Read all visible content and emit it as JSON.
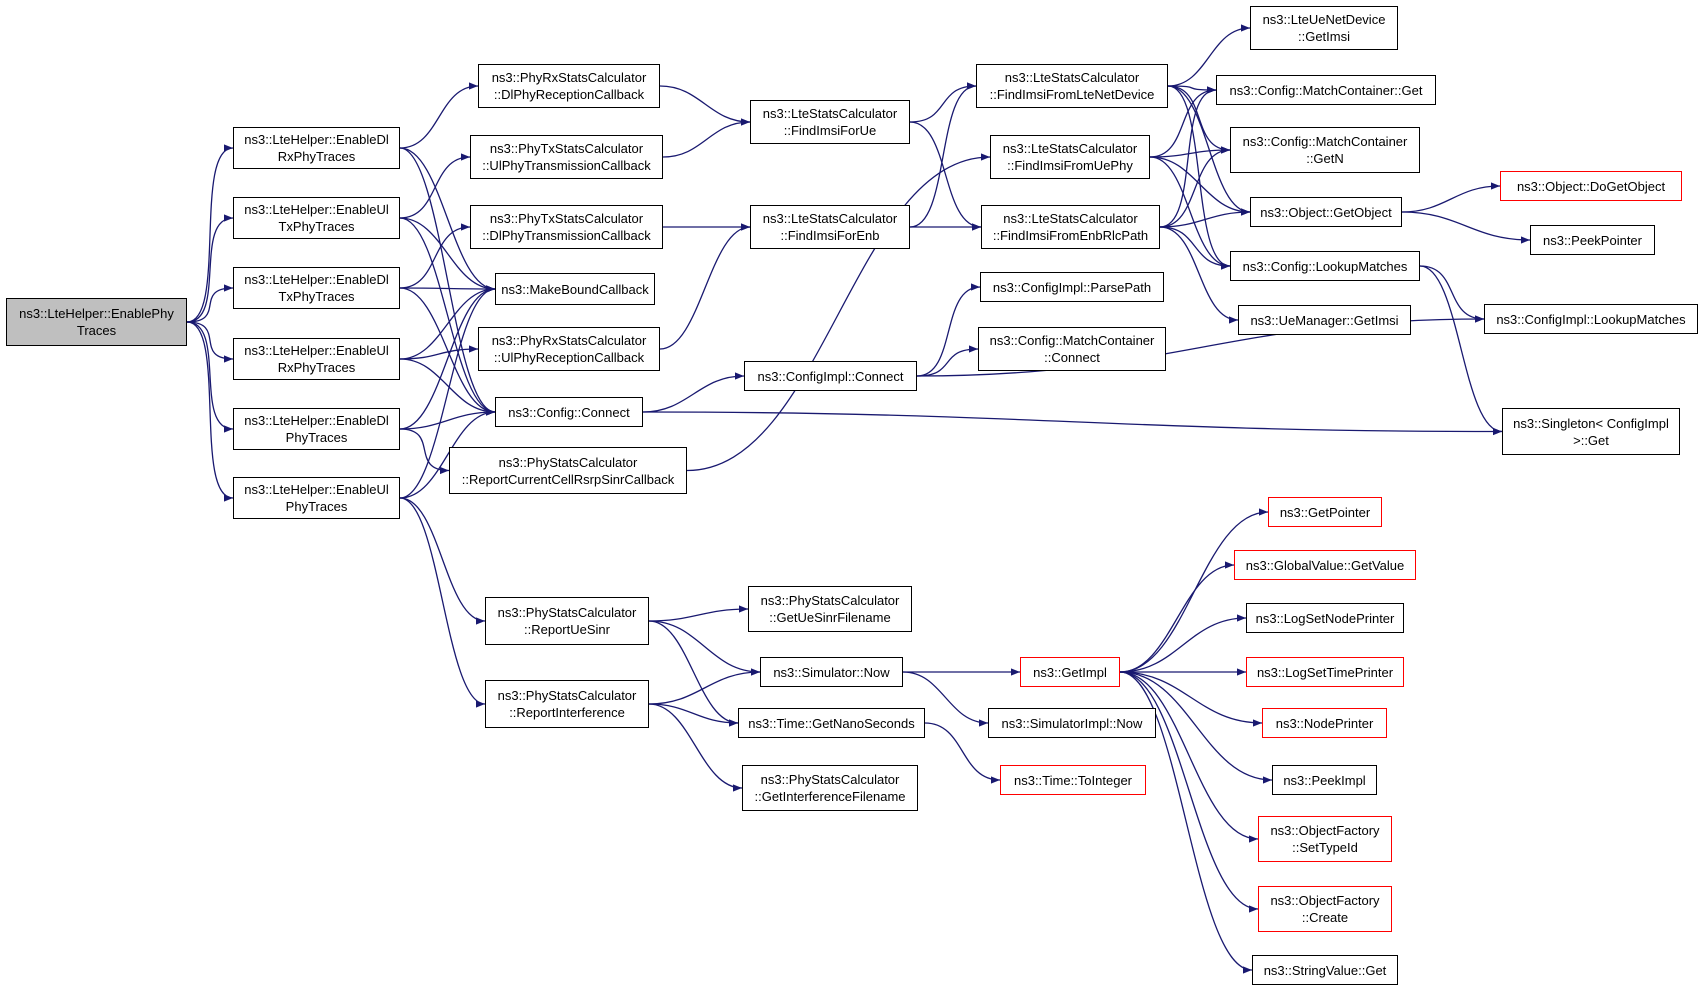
{
  "colors": {
    "edge": "#191970",
    "border": "#000000",
    "truncated_border": "#ff0000",
    "root_fill": "#bfbfbf"
  },
  "nodes": [
    {
      "id": "root",
      "lines": [
        "ns3::LteHelper::EnablePhy",
        "Traces"
      ],
      "style": "root"
    },
    {
      "id": "dlrx",
      "lines": [
        "ns3::LteHelper::EnableDl",
        "RxPhyTraces"
      ]
    },
    {
      "id": "ultx",
      "lines": [
        "ns3::LteHelper::EnableUl",
        "TxPhyTraces"
      ]
    },
    {
      "id": "dltx",
      "lines": [
        "ns3::LteHelper::EnableDl",
        "TxPhyTraces"
      ]
    },
    {
      "id": "ulrx",
      "lines": [
        "ns3::LteHelper::EnableUl",
        "RxPhyTraces"
      ]
    },
    {
      "id": "dlphy",
      "lines": [
        "ns3::LteHelper::EnableDl",
        "PhyTraces"
      ]
    },
    {
      "id": "ulphy",
      "lines": [
        "ns3::LteHelper::EnableUl",
        "PhyTraces"
      ]
    },
    {
      "id": "rxdlcb",
      "lines": [
        "ns3::PhyRxStatsCalculator",
        "::DlPhyReceptionCallback"
      ]
    },
    {
      "id": "txulcb",
      "lines": [
        "ns3::PhyTxStatsCalculator",
        "::UlPhyTransmissionCallback"
      ]
    },
    {
      "id": "txdlcb",
      "lines": [
        "ns3::PhyTxStatsCalculator",
        "::DlPhyTransmissionCallback"
      ]
    },
    {
      "id": "mbc",
      "lines": [
        "ns3::MakeBoundCallback"
      ]
    },
    {
      "id": "rxulcb",
      "lines": [
        "ns3::PhyRxStatsCalculator",
        "::UlPhyReceptionCallback"
      ]
    },
    {
      "id": "cfgconn",
      "lines": [
        "ns3::Config::Connect"
      ]
    },
    {
      "id": "rsrp",
      "lines": [
        "ns3::PhyStatsCalculator",
        "::ReportCurrentCellRsrpSinrCallback"
      ]
    },
    {
      "id": "ffue",
      "lines": [
        "ns3::LteStatsCalculator",
        "::FindImsiForUe"
      ]
    },
    {
      "id": "ffenb",
      "lines": [
        "ns3::LteStatsCalculator",
        "::FindImsiForEnb"
      ]
    },
    {
      "id": "fflte",
      "lines": [
        "ns3::LteStatsCalculator",
        "::FindImsiFromLteNetDevice"
      ]
    },
    {
      "id": "ffuephy",
      "lines": [
        "ns3::LteStatsCalculator",
        "::FindImsiFromUePhy"
      ]
    },
    {
      "id": "ffrlc",
      "lines": [
        "ns3::LteStatsCalculator",
        "::FindImsiFromEnbRlcPath"
      ]
    },
    {
      "id": "parse",
      "lines": [
        "ns3::ConfigImpl::ParsePath"
      ]
    },
    {
      "id": "mcconn",
      "lines": [
        "ns3::Config::MatchContainer",
        "::Connect"
      ]
    },
    {
      "id": "implconn",
      "lines": [
        "ns3::ConfigImpl::Connect"
      ]
    },
    {
      "id": "ueimsi",
      "lines": [
        "ns3::LteUeNetDevice",
        "::GetImsi"
      ]
    },
    {
      "id": "mcget",
      "lines": [
        "ns3::Config::MatchContainer::Get"
      ]
    },
    {
      "id": "mcgetn",
      "lines": [
        "ns3::Config::MatchContainer",
        "::GetN"
      ]
    },
    {
      "id": "getobj",
      "lines": [
        "ns3::Object::GetObject"
      ]
    },
    {
      "id": "lookup",
      "lines": [
        "ns3::Config::LookupMatches"
      ]
    },
    {
      "id": "uemgr",
      "lines": [
        "ns3::UeManager::GetImsi"
      ]
    },
    {
      "id": "dogetobj",
      "lines": [
        "ns3::Object::DoGetObject"
      ],
      "style": "red"
    },
    {
      "id": "peekptr",
      "lines": [
        "ns3::PeekPointer"
      ]
    },
    {
      "id": "impllookup",
      "lines": [
        "ns3::ConfigImpl::LookupMatches"
      ]
    },
    {
      "id": "singleton",
      "lines": [
        "ns3::Singleton< ConfigImpl",
        ">::Get"
      ]
    },
    {
      "id": "uesinr",
      "lines": [
        "ns3::PhyStatsCalculator",
        "::ReportUeSinr"
      ]
    },
    {
      "id": "interf",
      "lines": [
        "ns3::PhyStatsCalculator",
        "::ReportInterference"
      ]
    },
    {
      "id": "sinrfile",
      "lines": [
        "ns3::PhyStatsCalculator",
        "::GetUeSinrFilename"
      ]
    },
    {
      "id": "now",
      "lines": [
        "ns3::Simulator::Now"
      ]
    },
    {
      "id": "nanos",
      "lines": [
        "ns3::Time::GetNanoSeconds"
      ]
    },
    {
      "id": "interffile",
      "lines": [
        "ns3::PhyStatsCalculator",
        "::GetInterferenceFilename"
      ]
    },
    {
      "id": "getimpl",
      "lines": [
        "ns3::GetImpl"
      ],
      "style": "red"
    },
    {
      "id": "implnow",
      "lines": [
        "ns3::SimulatorImpl::Now"
      ]
    },
    {
      "id": "toint",
      "lines": [
        "ns3::Time::ToInteger"
      ],
      "style": "red"
    },
    {
      "id": "getptr",
      "lines": [
        "ns3::GetPointer"
      ],
      "style": "red"
    },
    {
      "id": "gvget",
      "lines": [
        "ns3::GlobalValue::GetValue"
      ],
      "style": "red"
    },
    {
      "id": "lognode",
      "lines": [
        "ns3::LogSetNodePrinter"
      ]
    },
    {
      "id": "logtime",
      "lines": [
        "ns3::LogSetTimePrinter"
      ],
      "style": "red"
    },
    {
      "id": "nodeprn",
      "lines": [
        "ns3::NodePrinter"
      ],
      "style": "red"
    },
    {
      "id": "peekimpl",
      "lines": [
        "ns3::PeekImpl"
      ]
    },
    {
      "id": "ofsettid",
      "lines": [
        "ns3::ObjectFactory",
        "::SetTypeId"
      ],
      "style": "red"
    },
    {
      "id": "ofcreate",
      "lines": [
        "ns3::ObjectFactory",
        "::Create"
      ],
      "style": "red"
    },
    {
      "id": "svget",
      "lines": [
        "ns3::StringValue::Get"
      ]
    }
  ],
  "edges": [
    [
      "root",
      "dlrx"
    ],
    [
      "root",
      "ultx"
    ],
    [
      "root",
      "dltx"
    ],
    [
      "root",
      "ulrx"
    ],
    [
      "root",
      "dlphy"
    ],
    [
      "root",
      "ulphy"
    ],
    [
      "dlrx",
      "rxdlcb"
    ],
    [
      "dlrx",
      "mbc"
    ],
    [
      "dlrx",
      "cfgconn"
    ],
    [
      "ultx",
      "txulcb"
    ],
    [
      "ultx",
      "mbc"
    ],
    [
      "ultx",
      "cfgconn"
    ],
    [
      "dltx",
      "txdlcb"
    ],
    [
      "dltx",
      "mbc"
    ],
    [
      "dltx",
      "cfgconn"
    ],
    [
      "ulrx",
      "rxulcb"
    ],
    [
      "ulrx",
      "mbc"
    ],
    [
      "ulrx",
      "cfgconn"
    ],
    [
      "dlphy",
      "mbc"
    ],
    [
      "dlphy",
      "cfgconn"
    ],
    [
      "dlphy",
      "rsrp"
    ],
    [
      "ulphy",
      "mbc"
    ],
    [
      "ulphy",
      "cfgconn"
    ],
    [
      "ulphy",
      "uesinr"
    ],
    [
      "ulphy",
      "interf"
    ],
    [
      "rxdlcb",
      "ffue"
    ],
    [
      "txulcb",
      "ffue"
    ],
    [
      "txdlcb",
      "ffenb"
    ],
    [
      "rxulcb",
      "ffenb"
    ],
    [
      "rsrp",
      "ffuephy"
    ],
    [
      "cfgconn",
      "implconn"
    ],
    [
      "cfgconn",
      "singleton"
    ],
    [
      "ffue",
      "fflte"
    ],
    [
      "ffue",
      "ffrlc"
    ],
    [
      "ffenb",
      "fflte"
    ],
    [
      "ffenb",
      "ffrlc"
    ],
    [
      "fflte",
      "ueimsi"
    ],
    [
      "fflte",
      "mcget"
    ],
    [
      "fflte",
      "mcgetn"
    ],
    [
      "fflte",
      "getobj"
    ],
    [
      "fflte",
      "lookup"
    ],
    [
      "ffuephy",
      "mcget"
    ],
    [
      "ffuephy",
      "mcgetn"
    ],
    [
      "ffuephy",
      "getobj"
    ],
    [
      "ffuephy",
      "lookup"
    ],
    [
      "ffrlc",
      "mcget"
    ],
    [
      "ffrlc",
      "mcgetn"
    ],
    [
      "ffrlc",
      "getobj"
    ],
    [
      "ffrlc",
      "lookup"
    ],
    [
      "ffrlc",
      "uemgr"
    ],
    [
      "implconn",
      "parse"
    ],
    [
      "implconn",
      "mcconn"
    ],
    [
      "implconn",
      "impllookup"
    ],
    [
      "getobj",
      "dogetobj"
    ],
    [
      "getobj",
      "peekptr"
    ],
    [
      "lookup",
      "impllookup"
    ],
    [
      "lookup",
      "singleton"
    ],
    [
      "uesinr",
      "sinrfile"
    ],
    [
      "uesinr",
      "now"
    ],
    [
      "uesinr",
      "nanos"
    ],
    [
      "interf",
      "now"
    ],
    [
      "interf",
      "nanos"
    ],
    [
      "interf",
      "interffile"
    ],
    [
      "now",
      "getimpl"
    ],
    [
      "now",
      "implnow"
    ],
    [
      "nanos",
      "toint"
    ],
    [
      "getimpl",
      "getptr"
    ],
    [
      "getimpl",
      "gvget"
    ],
    [
      "getimpl",
      "lognode"
    ],
    [
      "getimpl",
      "logtime"
    ],
    [
      "getimpl",
      "nodeprn"
    ],
    [
      "getimpl",
      "peekimpl"
    ],
    [
      "getimpl",
      "ofsettid"
    ],
    [
      "getimpl",
      "ofcreate"
    ],
    [
      "getimpl",
      "svget"
    ]
  ]
}
